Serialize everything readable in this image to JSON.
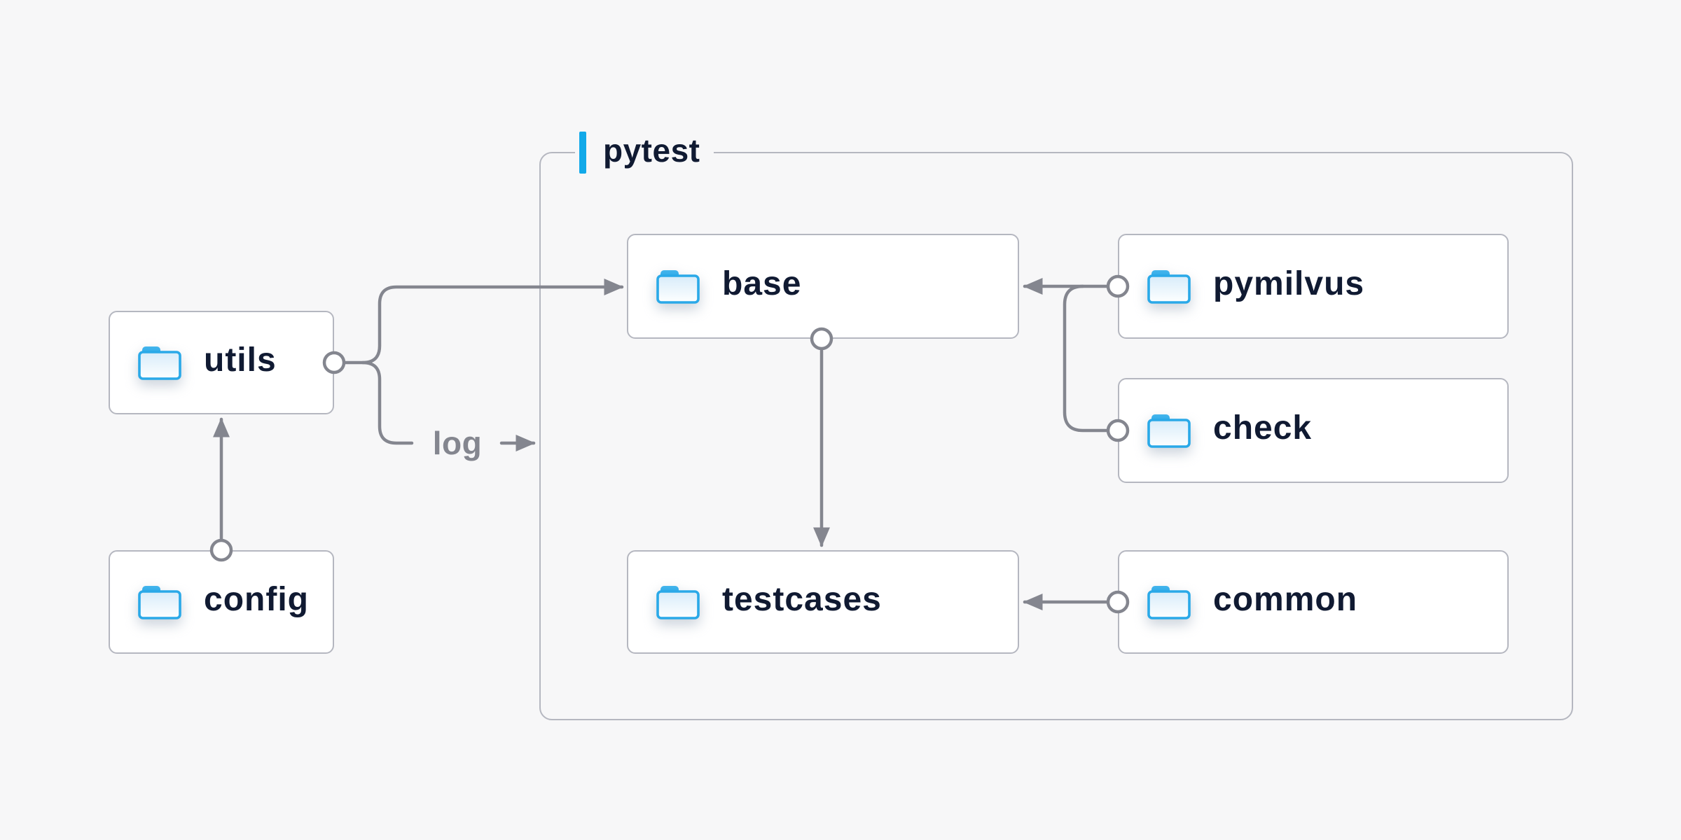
{
  "container": {
    "label": "pytest"
  },
  "nodes": [
    {
      "id": "utils",
      "label": "utils"
    },
    {
      "id": "config",
      "label": "config"
    },
    {
      "id": "base",
      "label": "base"
    },
    {
      "id": "pymilvus",
      "label": "pymilvus"
    },
    {
      "id": "check",
      "label": "check"
    },
    {
      "id": "testcases",
      "label": "testcases"
    },
    {
      "id": "common",
      "label": "common"
    }
  ],
  "edges": [
    {
      "from": "config",
      "to": "utils",
      "style": "arrow"
    },
    {
      "from": "utils",
      "to": "base",
      "style": "arrow"
    },
    {
      "from": "utils",
      "to": "pytest",
      "style": "arrow",
      "label": "log"
    },
    {
      "from": "pymilvus",
      "to": "base",
      "style": "arrow"
    },
    {
      "from": "check",
      "to": "base",
      "style": "arrow"
    },
    {
      "from": "base",
      "to": "testcases",
      "style": "arrow"
    },
    {
      "from": "common",
      "to": "testcases",
      "style": "arrow"
    }
  ],
  "icons": {
    "node_icon": "folder-icon"
  },
  "colors": {
    "background": "#f7f7f8",
    "box_fill": "#ffffff",
    "box_border": "#b5b7c0",
    "line_gray": "#84868f",
    "text_navy": "#101a32",
    "accent_blue": "#12a9e9",
    "folder_blue": "#2aa9e8"
  }
}
